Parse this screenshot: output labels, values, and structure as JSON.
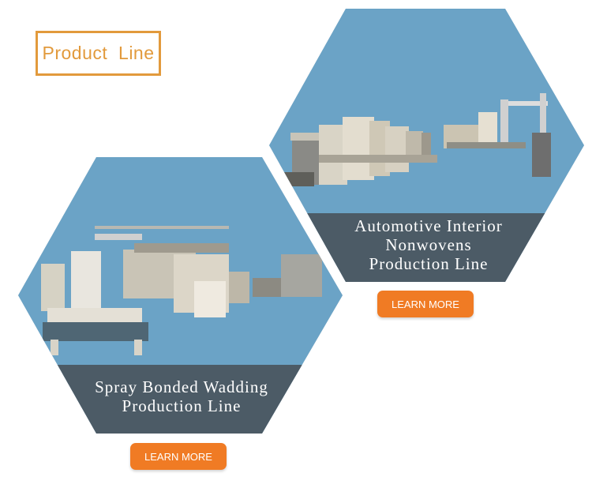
{
  "header": {
    "title": "Product  Line"
  },
  "products": [
    {
      "caption_lines": [
        "Automotive Interior",
        "Nonwovens",
        "Production Line"
      ],
      "button_label": "LEARN MORE"
    },
    {
      "caption_lines": [
        "Spray Bonded Wadding",
        "Production Line"
      ],
      "button_label": "LEARN MORE"
    }
  ],
  "colors": {
    "accent": "#e29a3c",
    "button": "#f07b24",
    "hex_background": "#6ba3c6",
    "caption_band": "#4c5b66"
  }
}
